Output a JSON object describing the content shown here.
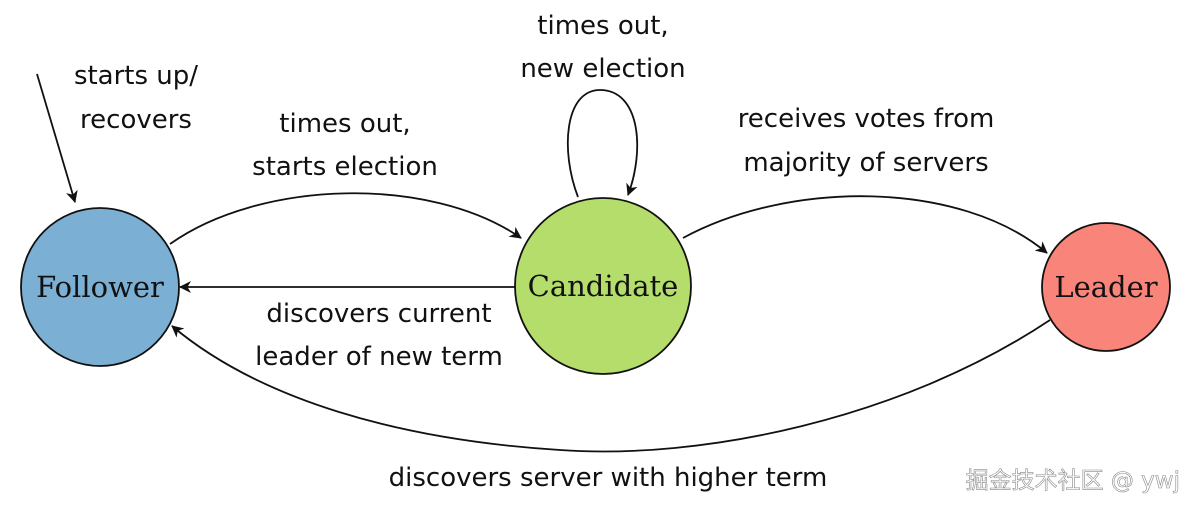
{
  "states": {
    "follower": {
      "label": "Follower",
      "color": "#7BAFD4"
    },
    "candidate": {
      "label": "Candidate",
      "color": "#B4DD6B"
    },
    "leader": {
      "label": "Leader",
      "color": "#F9847A"
    }
  },
  "transitions": {
    "start": {
      "line1": "starts up/",
      "line2": "recovers"
    },
    "follower_to_candidate": {
      "line1": "times out,",
      "line2": "starts election"
    },
    "candidate_self": {
      "line1": "times out,",
      "line2": "new election"
    },
    "candidate_to_leader": {
      "line1": "receives votes from",
      "line2": "majority of servers"
    },
    "candidate_to_follower": {
      "line1": "discovers current",
      "line2": "leader of new term"
    },
    "leader_to_follower": {
      "line1": "discovers server with higher term"
    }
  },
  "watermark": "掘金技术社区 @ ywj"
}
